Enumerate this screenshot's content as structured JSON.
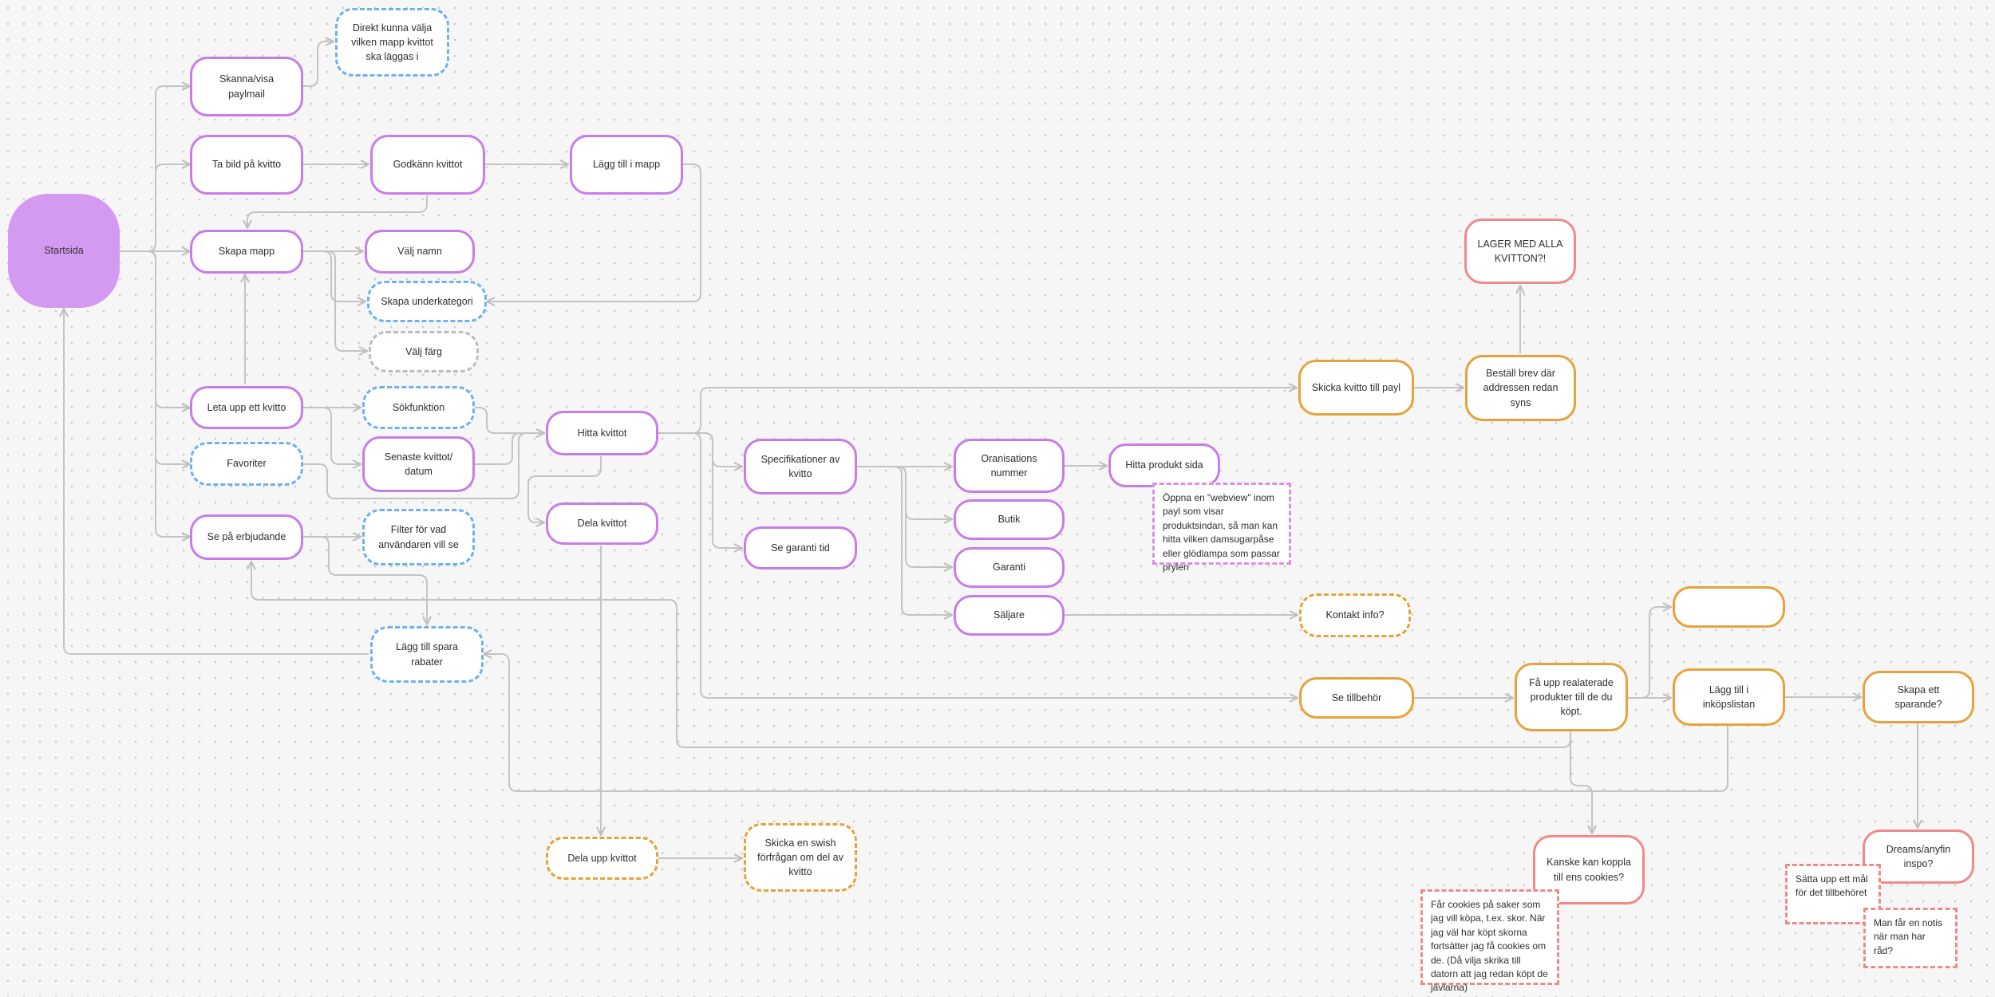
{
  "nodes": {
    "start": "Startsida",
    "skanna": "Skanna/visa paylmail",
    "direkt": "Direkt kunna välja vilken mapp kvittot ska läggas i",
    "tabild": "Ta bild på kvitto",
    "godkann": "Godkänn kvittot",
    "laggtillmapp": "Lägg till i mapp",
    "skapamapp": "Skapa mapp",
    "valjnamn": "Välj namn",
    "skapaunder": "Skapa underkategori",
    "valjfarg": "Välj färg",
    "letaupp": "Leta upp ett kvitto",
    "sokfunktion": "Sökfunktion",
    "senaste": "Senaste kvittot/ datum",
    "favoriter": "Favoriter",
    "hitta": "Hitta kvittot",
    "dela": "Dela kvittot",
    "seerbj": "Se på erbjudande",
    "filter": "Filter för vad användaren vill se",
    "laggspara": "Lägg till spara rabater",
    "specifikationer": "Specifikationer av kvitto",
    "garantitid": "Se garanti tid",
    "orgnr": "Oranisations nummer",
    "butik": "Butik",
    "garanti": "Garanti",
    "saljare": "Säljare",
    "hittaprodukt": "Hitta produkt sida",
    "webview": "Öppna en \"webview\" inom payl som visar produktsindan, så man kan hitta vilken damsugarpåse eller glödlampa som passar prylen",
    "skickapayl": "Skicka kvitto till payl",
    "bestall": "Beställ brev där addressen redan syns",
    "lager": "LAGER MED ALLA KVITTON?!",
    "kontakt": "Kontakt info?",
    "setillbehor": "Se tillbehör",
    "faupp": "Få upp realaterade produkter till de du köpt.",
    "tom": "",
    "inkopslistan": "Lägg till i inköpslistan",
    "sparande": "Skapa ett sparande?",
    "dreams": "Dreams/anyfin inspo?",
    "kanske": "Kanske kan koppla till ens cookies?",
    "cookiesnote": "Får cookies på saker som jag vill köpa, t.ex. skor. När jag väl har köpt skorna fortsätter jag få cookies om de. (Då vilja skrika till datorn att jag redan köpt de jävlarna)",
    "delaupp": "Dela upp kvittot",
    "swish": "Skicka en swish förfrågan om del av kvitto",
    "sattaupp": "Sätta upp ett mål för det tillbehöret",
    "notis": "Man får en notis när man har råd?"
  },
  "colors": {
    "purple": "#c77de8",
    "start_fill": "#d49af2",
    "blue": "#6fb0f0",
    "grey": "#bdbdbd",
    "orange": "#e6a23c",
    "red": "#f08a8a",
    "magenta": "#d98fe6",
    "connector": "#c4c4c4"
  }
}
